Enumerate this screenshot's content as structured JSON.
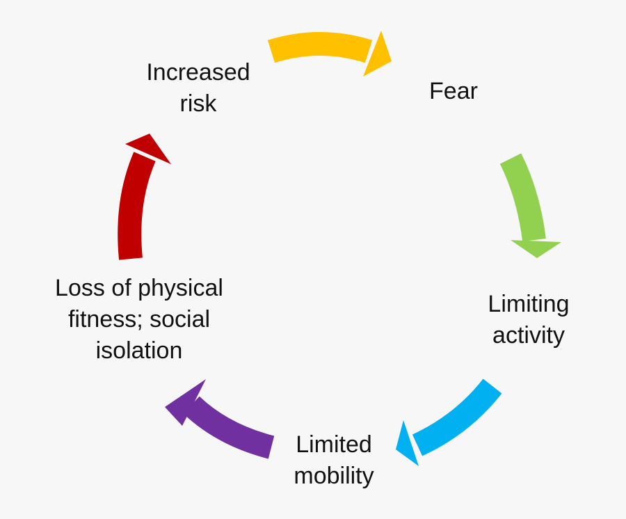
{
  "diagram": {
    "type": "cycle",
    "nodes": [
      {
        "id": "increased-risk",
        "label_lines": [
          "Increased",
          "risk"
        ]
      },
      {
        "id": "fear",
        "label_lines": [
          "Fear"
        ]
      },
      {
        "id": "limiting-activity",
        "label_lines": [
          "Limiting",
          "activity"
        ]
      },
      {
        "id": "limited-mobility",
        "label_lines": [
          "Limited",
          "mobility"
        ]
      },
      {
        "id": "loss-of-fitness",
        "label_lines": [
          "Loss of physical",
          "fitness; social",
          "isolation"
        ]
      }
    ],
    "edges": [
      {
        "from": "increased-risk",
        "to": "fear",
        "color": "#FFC000"
      },
      {
        "from": "fear",
        "to": "limiting-activity",
        "color": "#92D050"
      },
      {
        "from": "limiting-activity",
        "to": "limited-mobility",
        "color": "#00B0F0"
      },
      {
        "from": "limited-mobility",
        "to": "loss-of-fitness",
        "color": "#7030A0"
      },
      {
        "from": "loss-of-fitness",
        "to": "increased-risk",
        "color": "#C00000"
      }
    ]
  }
}
